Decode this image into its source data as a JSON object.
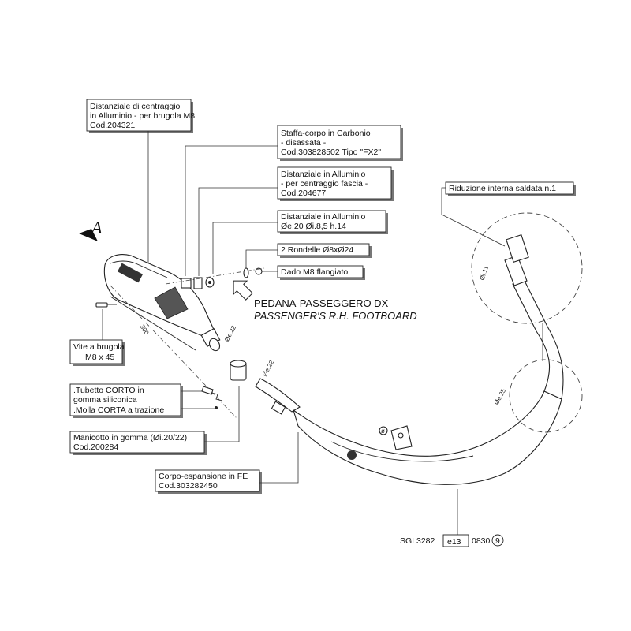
{
  "view_marker": "A",
  "callouts": {
    "centering_spacer": [
      "Distanziale di centraggio",
      "in Alluminio - per brugola M8",
      "Cod.204321"
    ],
    "carbon_bracket": [
      "Staffa-corpo in Carbonio",
      "- disassata -",
      "Cod.303828502  Tipo \"FX2\""
    ],
    "aluminium_spacer_band": [
      "Distanziale in Alluminio",
      "- per centraggio fascia -",
      "Cod.204677"
    ],
    "aluminium_spacer": [
      "Distanziale in Alluminio",
      "Øe.20  Øi.8,5  h.14"
    ],
    "washers": "2 Rondelle Ø8xØ24",
    "nut": "Dado M8 flangiato",
    "bolt": [
      "Vite a brugola",
      "M8 x 45"
    ],
    "short_tube_spring": [
      ".Tubetto CORTO in",
      "gomma siliconica",
      ".Molla CORTA a trazione"
    ],
    "rubber_sleeve": [
      "Manicotto in gomma (Øi.20/22)",
      "Cod.200284"
    ],
    "expansion_body": [
      "Corpo-espansione in FE",
      "Cod.303282450"
    ],
    "internal_reduction": "Riduzione interna saldata n.1"
  },
  "footboard": {
    "italian": "PEDANA-PASSEGGERO DX",
    "english": "PASSENGER'S R.H. FOOTBOARD"
  },
  "dimensions": {
    "muffler_length": "300",
    "outlet_diameter": "Øe.22",
    "inlet_diameter": "Øe.22",
    "reduction_inner_diameter": "Øi.11",
    "header_diameter": "Øe.25"
  },
  "homologation": {
    "prefix": "SGI 3282",
    "mark": "e13",
    "number": "0830",
    "circled": "9"
  }
}
